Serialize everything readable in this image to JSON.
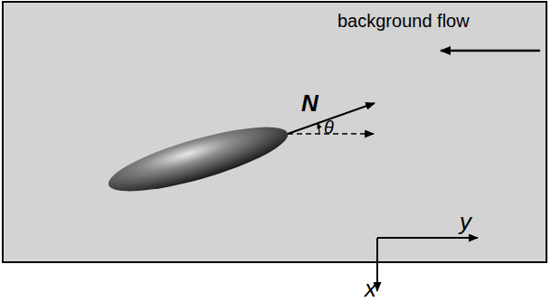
{
  "diagram": {
    "labels": [
      "background flow",
      "N",
      "θ",
      "y",
      "x"
    ]
  }
}
